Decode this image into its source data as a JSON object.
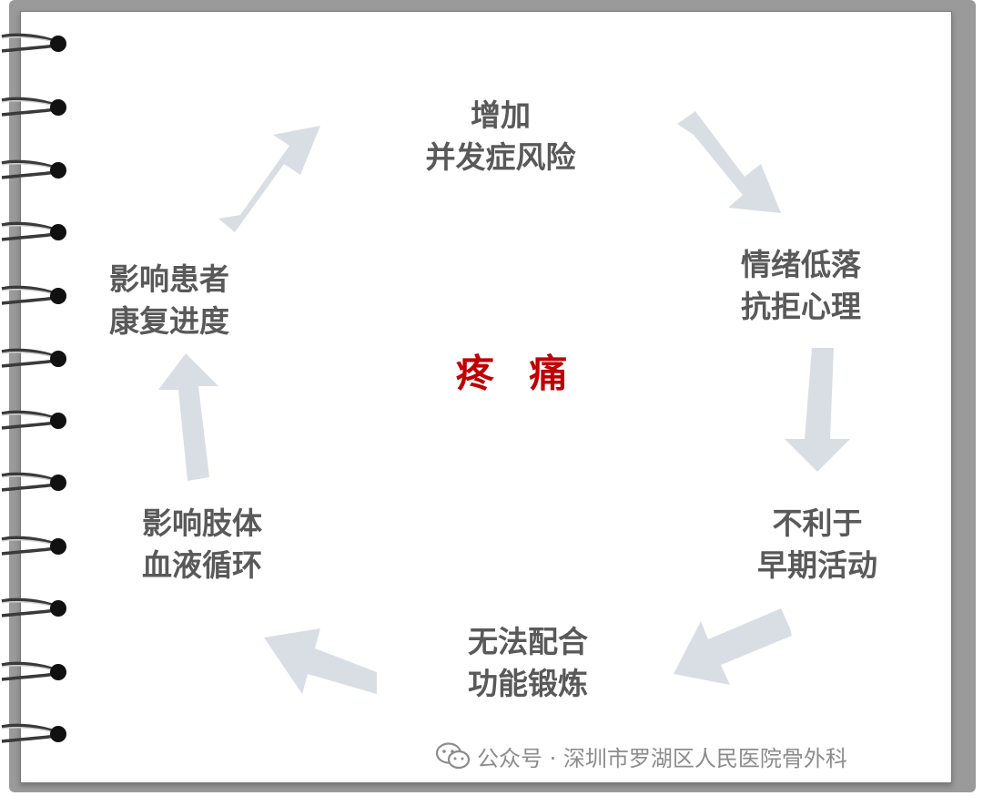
{
  "center": "疼 痛",
  "nodes": [
    {
      "id": "complication",
      "line1": "增加",
      "line2": "并发症风险"
    },
    {
      "id": "emotion",
      "line1": "情绪低落",
      "line2": "抗拒心理"
    },
    {
      "id": "early-activity",
      "line1": "不利于",
      "line2": "早期活动"
    },
    {
      "id": "exercise",
      "line1": "无法配合",
      "line2": "功能锻炼"
    },
    {
      "id": "circulation",
      "line1": "影响肢体",
      "line2": "血液循环"
    },
    {
      "id": "recovery",
      "line1": "影响患者",
      "line2": "康复进度"
    }
  ],
  "watermark": {
    "text": "公众号 · 深圳市罗湖区人民医院骨外科",
    "icon": "wechat-icon"
  },
  "colors": {
    "arrow": "#d9dee5",
    "text": "#595959",
    "center": "#c00000"
  }
}
